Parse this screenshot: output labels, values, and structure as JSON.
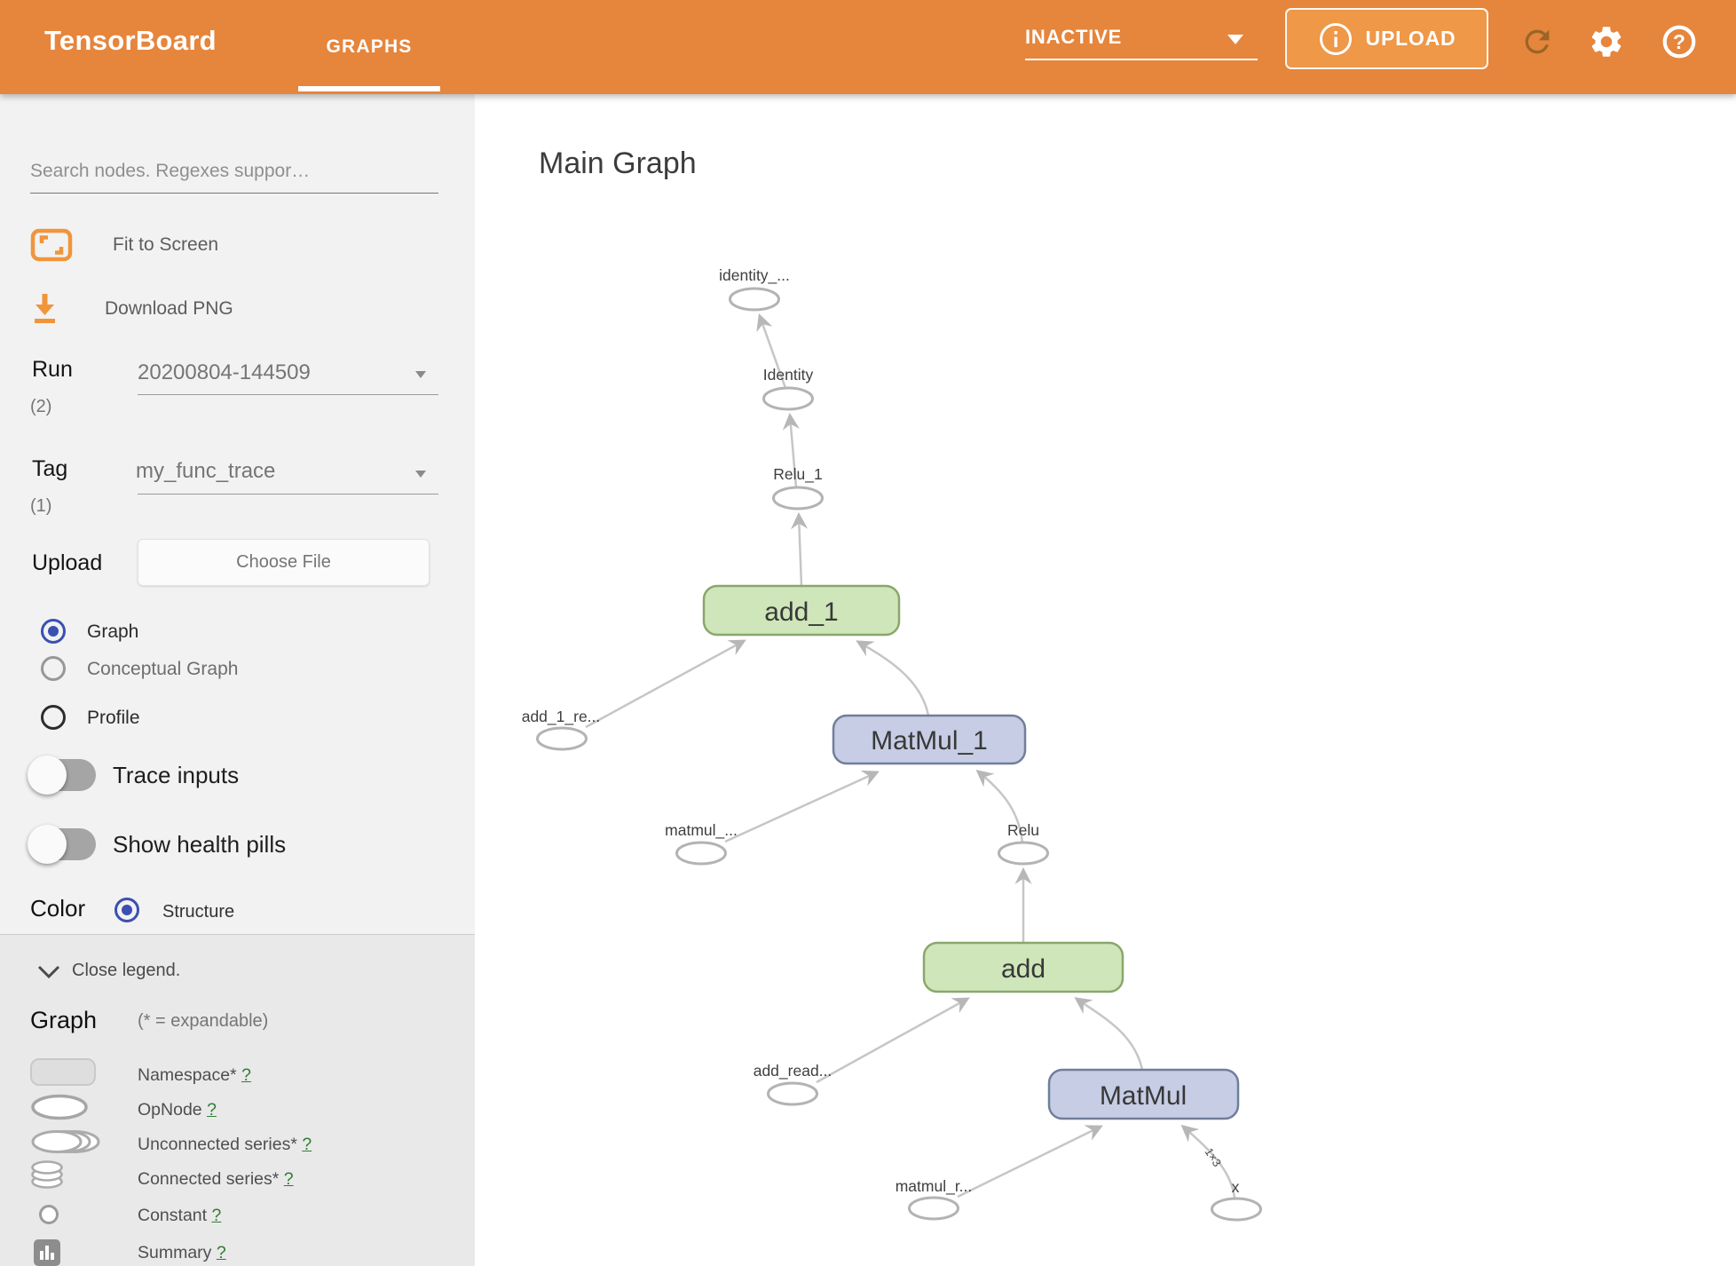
{
  "colors": {
    "header_bg": "#e6853c",
    "header_btn_bg": "#ee9848",
    "refresh_icon": "#9a6527",
    "accent_orange": "#f0953c",
    "radio_blue": "#3b50b2",
    "link_green": "#2e7d32",
    "node_green_fill": "#cee6b9",
    "node_green_stroke": "#8aa76c",
    "node_blue_fill": "#c6cde4",
    "node_blue_stroke": "#717e9b",
    "edge_color": "#c6c6c6",
    "ellipse_stroke": "#b3b3b3"
  },
  "header": {
    "brand": "TensorBoard",
    "tab": "GRAPHS",
    "status": "INACTIVE",
    "upload": "UPLOAD"
  },
  "sidebar": {
    "search_placeholder": "Search nodes. Regexes suppor…",
    "fit_to_screen": "Fit to Screen",
    "download_png": "Download PNG",
    "run_label": "Run",
    "run_count": "(2)",
    "run_value": "20200804-144509",
    "tag_label": "Tag",
    "tag_count": "(1)",
    "tag_value": "my_func_trace",
    "upload_label": "Upload",
    "choose_file": "Choose File",
    "option_graph": "Graph",
    "option_conceptual": "Conceptual Graph",
    "option_profile": "Profile",
    "toggle_trace": "Trace inputs",
    "toggle_health": "Show health pills",
    "color_label": "Color",
    "color_option": "Structure"
  },
  "legend": {
    "close": "Close legend.",
    "heading": "Graph",
    "note": "(* = expandable)",
    "items": [
      {
        "label": "Namespace* ",
        "help": "?"
      },
      {
        "label": "OpNode ",
        "help": "?"
      },
      {
        "label": "Unconnected series* ",
        "help": "?"
      },
      {
        "label": "Connected series* ",
        "help": "?"
      },
      {
        "label": "Constant ",
        "help": "?"
      },
      {
        "label": "Summary ",
        "help": "?"
      }
    ]
  },
  "main": {
    "title": "Main Graph",
    "graph": {
      "ellipses": {
        "identity_out": "identity_...",
        "identity": "Identity",
        "relu_1": "Relu_1",
        "add_1_read": "add_1_re...",
        "matmul_read": "matmul_...",
        "relu": "Relu",
        "add_read": "add_read...",
        "matmul_1_read": "matmul_r...",
        "x": "x"
      },
      "boxes": {
        "add_1": "add_1",
        "matmul_1": "MatMul_1",
        "add": "add",
        "matmul": "MatMul"
      },
      "edge_label": "1×3"
    }
  }
}
